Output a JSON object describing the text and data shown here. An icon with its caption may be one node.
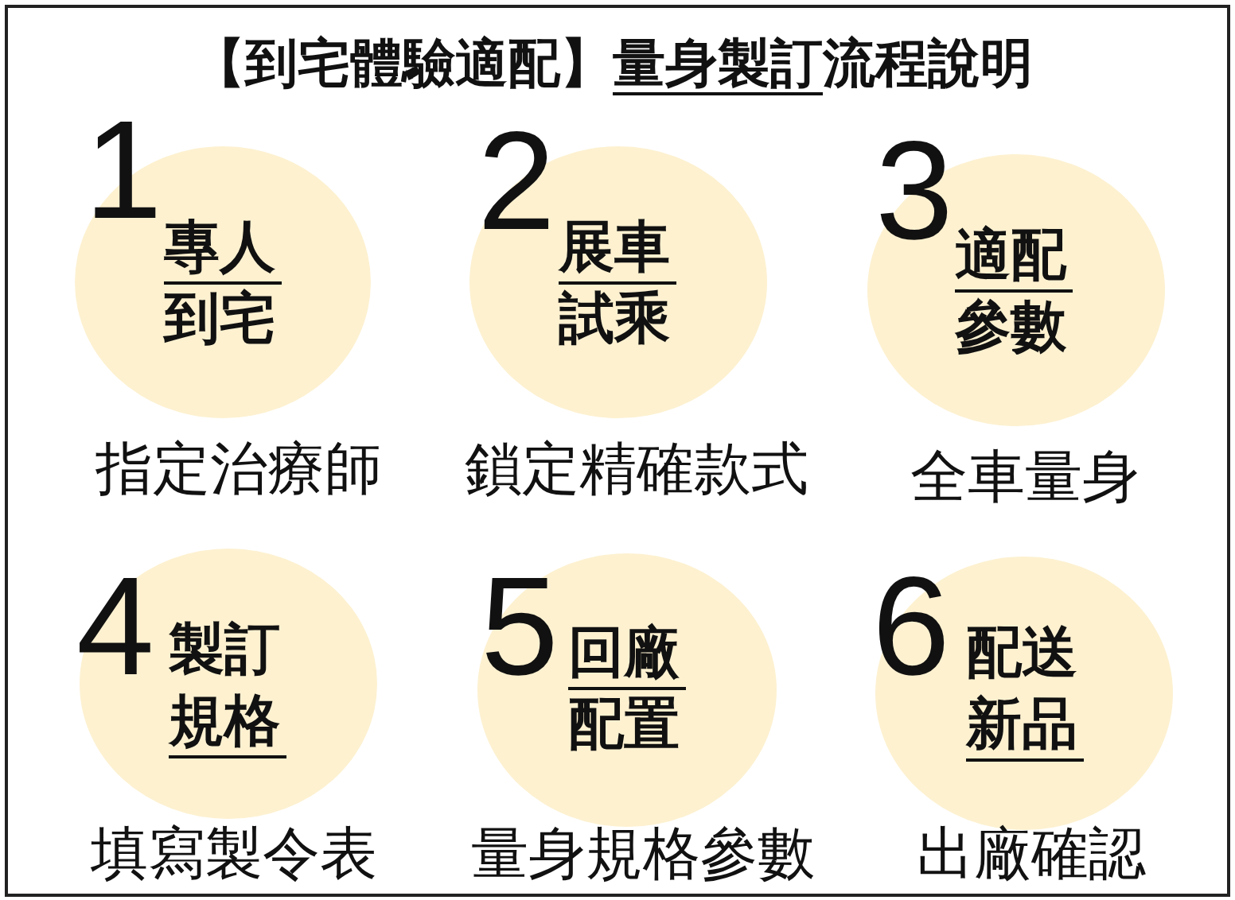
{
  "diagram": {
    "title": "【到宅體驗適配】量身製訂流程說明",
    "nodes": [
      {
        "text": [
          "1",
          "專人到宅"
        ],
        "beside": [
          "指定治療師"
        ]
      },
      {
        "text": [
          "2",
          "展車試乘"
        ],
        "beside": [
          "鎖定精確款式"
        ]
      },
      {
        "text": [
          "3",
          "適配參數"
        ],
        "beside": [
          "全車量身"
        ]
      },
      {
        "text": [
          "4",
          "製訂規格"
        ],
        "beside": [
          "填寫製令表"
        ]
      },
      {
        "text": [
          "5",
          "回廠配置"
        ],
        "beside": [
          "量身規格參數"
        ]
      },
      {
        "text": [
          "6",
          "配送新品"
        ],
        "beside": [
          "出廠確認"
        ]
      }
    ]
  }
}
